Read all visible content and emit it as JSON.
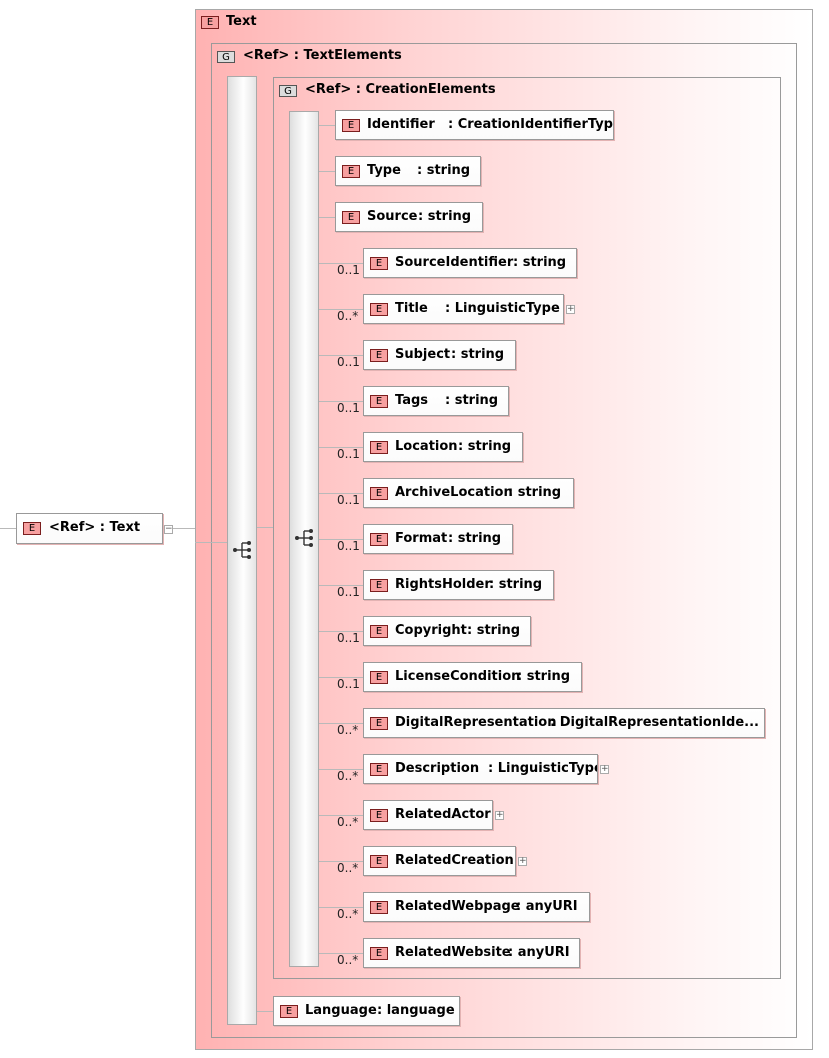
{
  "root": {
    "badge": "E",
    "label": "<Ref> : Text",
    "expand": "−"
  },
  "text_element": {
    "badge": "E",
    "label": "Text"
  },
  "text_elements_group": {
    "badge": "G",
    "label": "<Ref> : TextElements"
  },
  "creation_elements_group": {
    "badge": "G",
    "label": "<Ref> : CreationElements"
  },
  "creation_elements": [
    {
      "badge": "E",
      "name": "Identifier",
      "type": ": CreationIdentifierType",
      "cardinality": "",
      "expandable": false
    },
    {
      "badge": "E",
      "name": "Type",
      "type": ": string",
      "cardinality": "",
      "expandable": false
    },
    {
      "badge": "E",
      "name": "Source",
      "type": ": string",
      "cardinality": "",
      "expandable": false
    },
    {
      "badge": "E",
      "name": "SourceIdentifier",
      "type": ": string",
      "cardinality": "0..1",
      "expandable": false
    },
    {
      "badge": "E",
      "name": "Title",
      "type": ": LinguisticType",
      "cardinality": "0..*",
      "expandable": true
    },
    {
      "badge": "E",
      "name": "Subject",
      "type": ": string",
      "cardinality": "0..1",
      "expandable": false
    },
    {
      "badge": "E",
      "name": "Tags",
      "type": ": string",
      "cardinality": "0..1",
      "expandable": false
    },
    {
      "badge": "E",
      "name": "Location",
      "type": ": string",
      "cardinality": "0..1",
      "expandable": false
    },
    {
      "badge": "E",
      "name": "ArchiveLocation",
      "type": ": string",
      "cardinality": "0..1",
      "expandable": false
    },
    {
      "badge": "E",
      "name": "Format",
      "type": ": string",
      "cardinality": "0..1",
      "expandable": false
    },
    {
      "badge": "E",
      "name": "RightsHolder",
      "type": ": string",
      "cardinality": "0..1",
      "expandable": false
    },
    {
      "badge": "E",
      "name": "Copyright",
      "type": ": string",
      "cardinality": "0..1",
      "expandable": false
    },
    {
      "badge": "E",
      "name": "LicenseCondition",
      "type": ": string",
      "cardinality": "0..1",
      "expandable": false
    },
    {
      "badge": "E",
      "name": "DigitalRepresentation",
      "type": ": DigitalRepresentationIde...",
      "cardinality": "0..*",
      "expandable": false
    },
    {
      "badge": "E",
      "name": "Description",
      "type": ": LinguisticType",
      "cardinality": "0..*",
      "expandable": true
    },
    {
      "badge": "E",
      "name": "RelatedActor",
      "type": "",
      "cardinality": "0..*",
      "expandable": true
    },
    {
      "badge": "E",
      "name": "RelatedCreation",
      "type": "",
      "cardinality": "0..*",
      "expandable": true
    },
    {
      "badge": "E",
      "name": "RelatedWebpage",
      "type": ": anyURI",
      "cardinality": "0..*",
      "expandable": false
    },
    {
      "badge": "E",
      "name": "RelatedWebsite",
      "type": ": anyURI",
      "cardinality": "0..*",
      "expandable": false
    }
  ],
  "language_element": {
    "badge": "E",
    "name": "Language",
    "type": ": language"
  },
  "icons": {
    "sequence": "sequence-compositor-icon",
    "expand": "expand-plus-icon",
    "collapse": "collapse-minus-icon"
  },
  "colors": {
    "element_badge": "#f7a0a0",
    "group_badge": "#dcdcdc",
    "frame_gradient_start": "#ffb2b2"
  }
}
